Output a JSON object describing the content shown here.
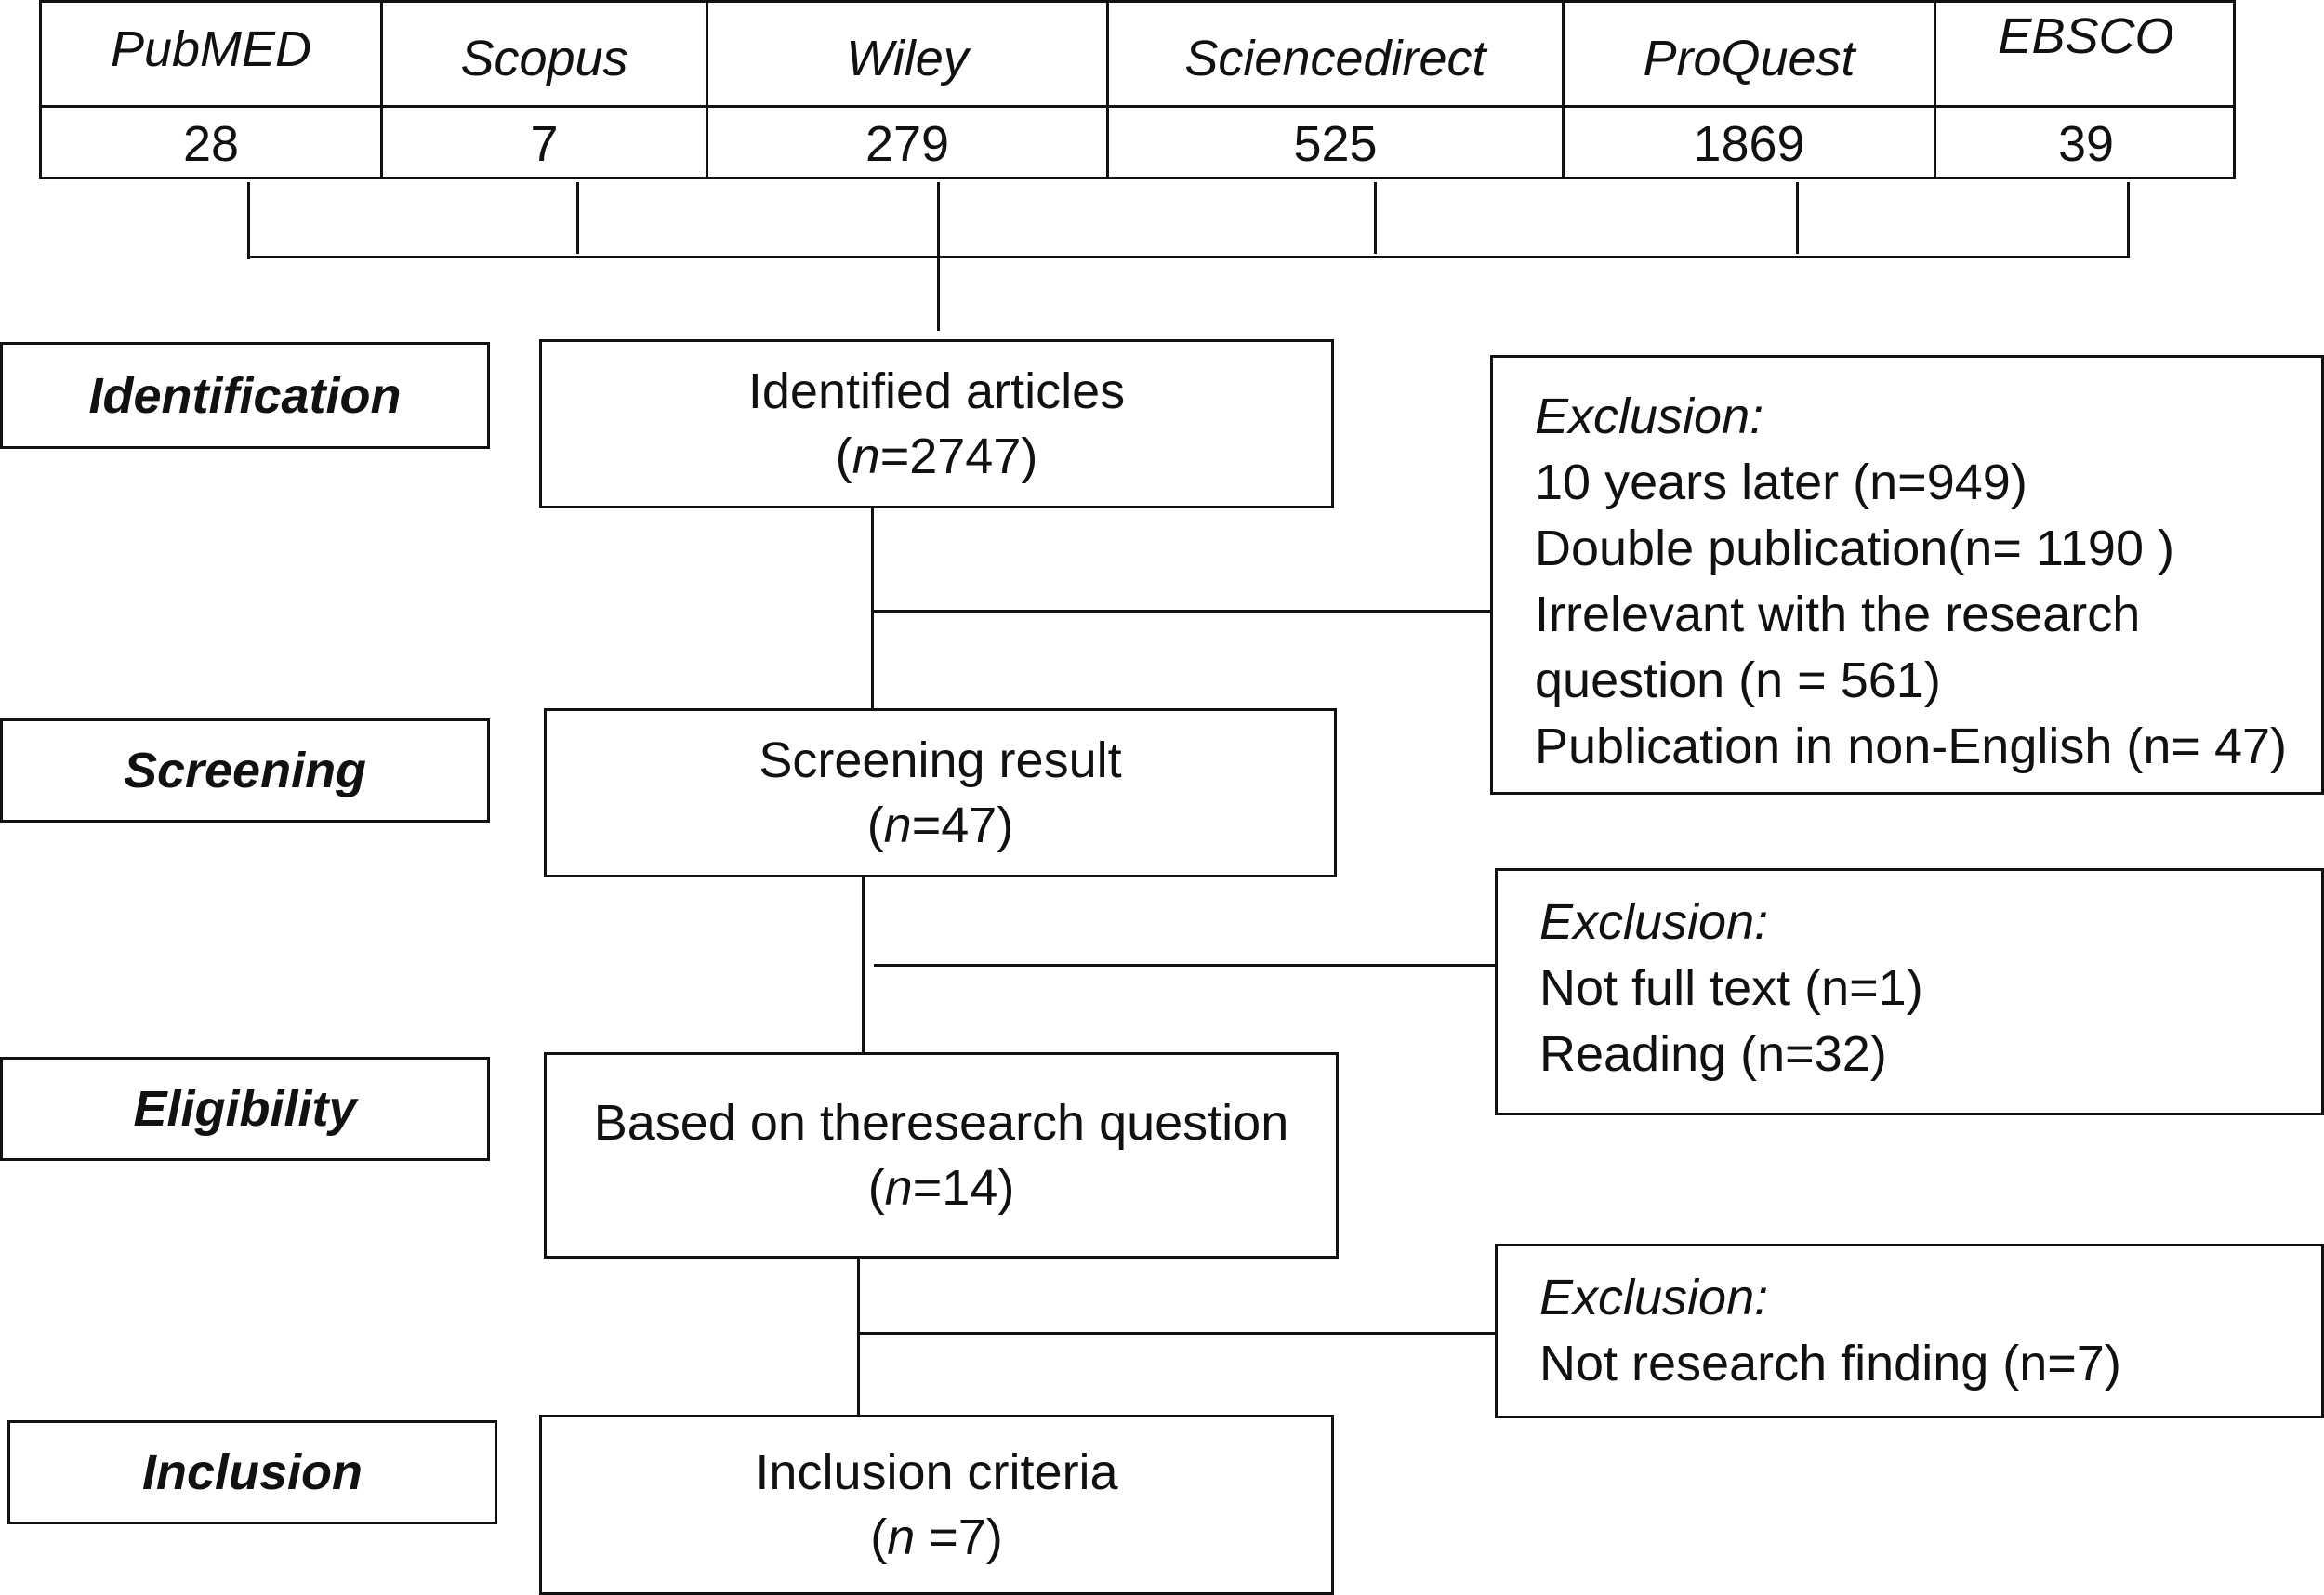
{
  "databases": [
    {
      "name": "PubMED",
      "count": "28"
    },
    {
      "name": "Scopus",
      "count": "7"
    },
    {
      "name": "Wiley",
      "count": "279"
    },
    {
      "name": "Sciencedirect",
      "count": "525"
    },
    {
      "name": "ProQuest",
      "count": "1869"
    },
    {
      "name": "EBSCO",
      "count": "39"
    }
  ],
  "stages": {
    "identification": "Identification",
    "screening": "Screening",
    "eligibility": "Eligibility",
    "inclusion": "Inclusion"
  },
  "steps": {
    "identified": {
      "title": "Identified articles",
      "n_open": "(",
      "n_var": "n",
      "n_rest": "=2747)"
    },
    "screening": {
      "title": "Screening result",
      "n_open": "(",
      "n_var": "n",
      "n_rest": "=47)"
    },
    "eligibility": {
      "title": "Based on theresearch question",
      "n_open": "(",
      "n_var": "n",
      "n_rest": "=14)"
    },
    "inclusion": {
      "title": "Inclusion criteria",
      "n_open": "(",
      "n_var": "n",
      "n_rest": " =7)"
    }
  },
  "exclusions": {
    "first": {
      "heading": "Exclusion:",
      "items": [
        "10 years later (n=949)",
        "Double publication(n= 1190 )",
        "Irrelevant with the research",
        "question (n = 561)",
        "Publication in non-English (n= 47)"
      ]
    },
    "second": {
      "heading": "Exclusion:",
      "items": [
        "Not full text (n=1)",
        "Reading (n=32)"
      ]
    },
    "third": {
      "heading": "Exclusion:",
      "items": [
        "Not research finding (n=7)"
      ]
    }
  }
}
